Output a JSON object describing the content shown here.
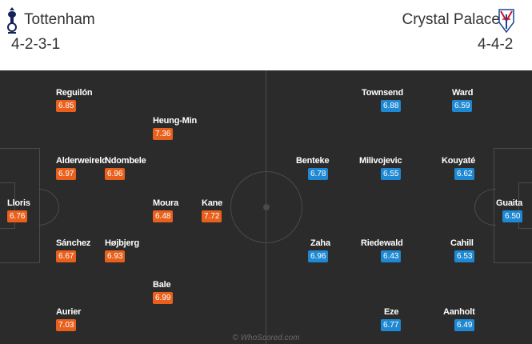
{
  "home": {
    "name": "Tottenham",
    "formation": "4-2-3-1",
    "crest_icon": "tottenham-cockerel-icon"
  },
  "away": {
    "name": "Crystal Palace",
    "formation": "4-4-2",
    "crest_icon": "crystal-palace-eagle-icon"
  },
  "colors": {
    "home_rating": "#e8601c",
    "away_rating": "#1e88d2",
    "pitch": "#2b2b2b"
  },
  "home_players": [
    {
      "name": "Reguilón",
      "rating": "6.85"
    },
    {
      "name": "Heung-Min",
      "rating": "7.36"
    },
    {
      "name": "Alderweireld",
      "rating": "6.97"
    },
    {
      "name": "Ndombele",
      "rating": "6.96"
    },
    {
      "name": "Lloris",
      "rating": "6.76"
    },
    {
      "name": "Moura",
      "rating": "6.48"
    },
    {
      "name": "Kane",
      "rating": "7.72"
    },
    {
      "name": "Sánchez",
      "rating": "6.67"
    },
    {
      "name": "Højbjerg",
      "rating": "6.93"
    },
    {
      "name": "Bale",
      "rating": "6.99"
    },
    {
      "name": "Aurier",
      "rating": "7.03"
    }
  ],
  "away_players": [
    {
      "name": "Townsend",
      "rating": "6.88"
    },
    {
      "name": "Ward",
      "rating": "6.59"
    },
    {
      "name": "Benteke",
      "rating": "6.78"
    },
    {
      "name": "Milivojevic",
      "rating": "6.55"
    },
    {
      "name": "Kouyaté",
      "rating": "6.62"
    },
    {
      "name": "Guaita",
      "rating": "6.50"
    },
    {
      "name": "Zaha",
      "rating": "6.96"
    },
    {
      "name": "Riedewald",
      "rating": "6.43"
    },
    {
      "name": "Cahill",
      "rating": "6.53"
    },
    {
      "name": "Eze",
      "rating": "6.77"
    },
    {
      "name": "Aanholt",
      "rating": "6.49"
    }
  ],
  "watermark": "© WhoScored.com"
}
